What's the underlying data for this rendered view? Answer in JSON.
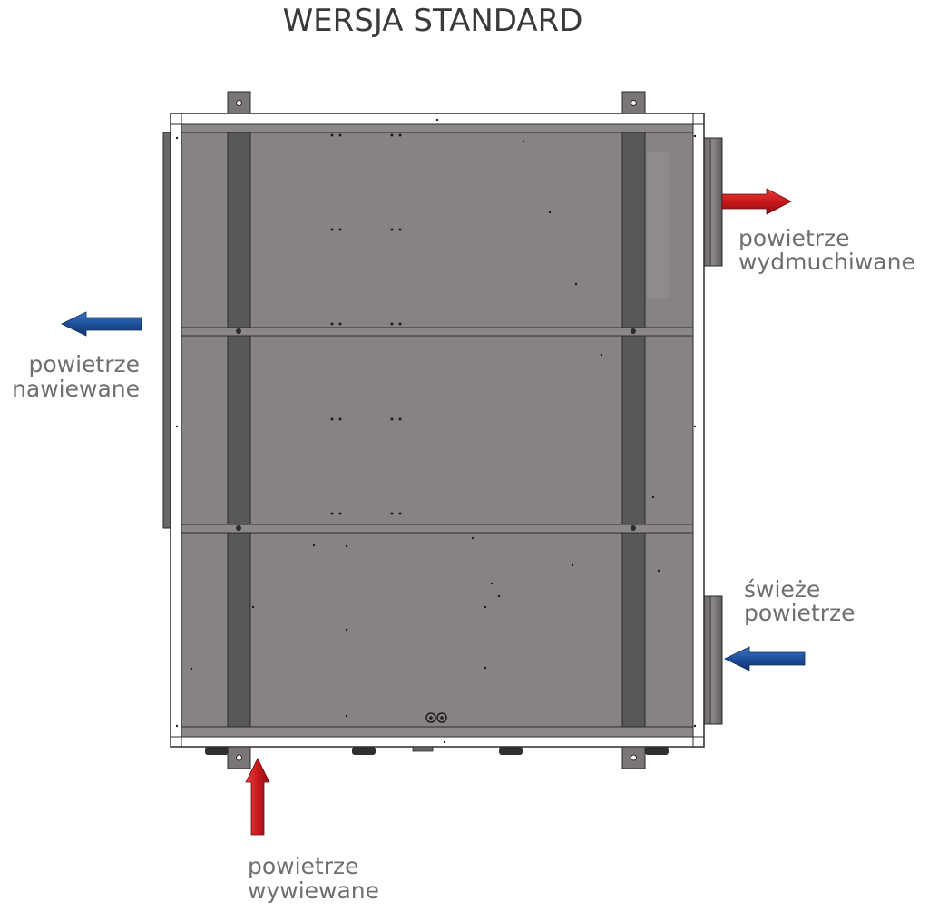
{
  "title": "WERSJA STANDARD",
  "labels": {
    "exhaust_out": {
      "line1": "powietrze",
      "line2": "wydmuchiwane"
    },
    "supply": {
      "line1": "powietrze",
      "line2": "nawiewane"
    },
    "fresh_in": {
      "line1": "świeże",
      "line2": "powietrze"
    },
    "extract_in": {
      "line1": "powietrze",
      "line2": "wywiewane"
    }
  },
  "colors": {
    "panel": "#878283",
    "frame": "#ffffff",
    "outline": "#2b2b2b",
    "rail": "#58575a",
    "arrow_red": "#c8191d",
    "arrow_blue": "#1e4f9a",
    "label": "#6f6f6f",
    "title": "#3a3a3a"
  },
  "arrows": [
    {
      "name": "exhaust-out-arrow",
      "color": "red",
      "direction": "right"
    },
    {
      "name": "supply-arrow",
      "color": "blue",
      "direction": "left"
    },
    {
      "name": "fresh-in-arrow",
      "color": "blue",
      "direction": "left"
    },
    {
      "name": "extract-in-arrow",
      "color": "red",
      "direction": "up"
    }
  ]
}
